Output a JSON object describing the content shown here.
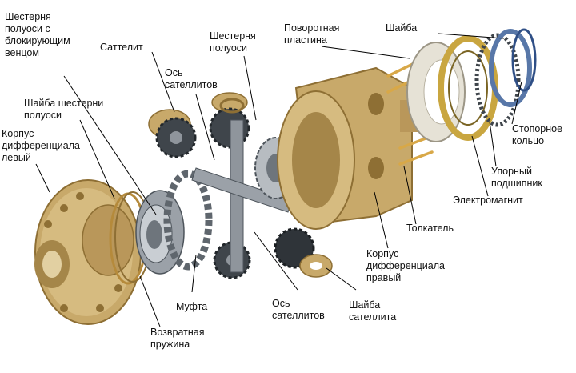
{
  "colors": {
    "gold": "#c8a96a",
    "gold_dark": "#8e6f34",
    "steel": "#8f959c",
    "steel_dark": "#4d545b",
    "bronze": "#b58a3b",
    "leader": "#000000"
  },
  "labels": {
    "differential_case_left": "Корпус\nдифференциала\nлевый",
    "axle_gear_washer": "Шайба шестерни\nполуоси",
    "axle_gear_locking": "Шестерня\nполуоси с\nблокирующим\nвенцом",
    "satellite": "Саттелит",
    "satellite_axle_top": "Ось\nсателлитов",
    "axle_gear": "Шестерня\nполуоси",
    "rotary_plate": "Поворотная\nпластина",
    "washer": "Шайба",
    "retaining_ring": "Стопорное\nкольцо",
    "thrust_bearing": "Упорный\nподшипник",
    "electromagnet": "Электромагнит",
    "pusher": "Толкатель",
    "differential_case_right": "Корпус\nдифференциала\nправый",
    "satellite_washer": "Шайба\nсателлита",
    "satellite_axle_bottom": "Ось\nсателлитов",
    "clutch": "Муфта",
    "return_spring": "Возвратная\nпружина"
  }
}
